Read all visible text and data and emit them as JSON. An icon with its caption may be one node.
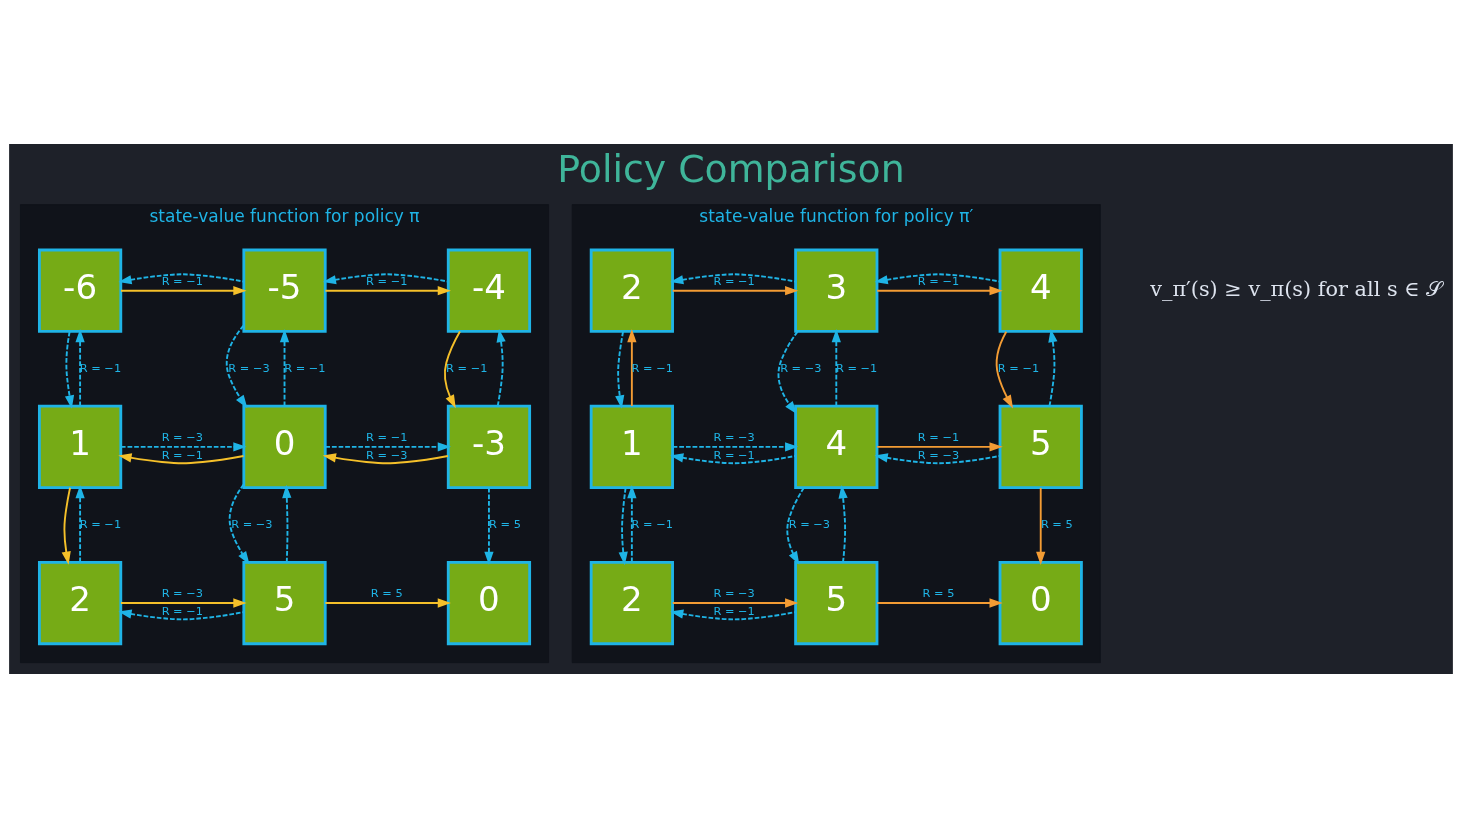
{
  "diagram": {
    "title": "Policy Comparison",
    "nodes": [
      {
        "text": [
          "state-value function for policy π"
        ]
      },
      {
        "text": [
          "-6"
        ],
        "in": 0
      },
      {
        "text": [
          "-5"
        ],
        "in": 0
      },
      {
        "text": [
          "-4"
        ],
        "in": 0
      },
      {
        "text": [
          "1"
        ],
        "in": 0
      },
      {
        "text": [
          "0"
        ],
        "in": 0
      },
      {
        "text": [
          "-3"
        ],
        "in": 0
      },
      {
        "text": [
          "2"
        ],
        "in": 0
      },
      {
        "text": [
          "5"
        ],
        "in": 0
      },
      {
        "text": [
          "0"
        ],
        "in": 0
      },
      {
        "text": [
          "state-value function for policy π′"
        ]
      },
      {
        "text": [
          "2"
        ],
        "in": 10
      },
      {
        "text": [
          "3"
        ],
        "in": 10
      },
      {
        "text": [
          "4"
        ],
        "in": 10
      },
      {
        "text": [
          "1"
        ],
        "in": 10
      },
      {
        "text": [
          "4"
        ],
        "in": 10
      },
      {
        "text": [
          "5"
        ],
        "in": 10
      },
      {
        "text": [
          "2"
        ],
        "in": 10
      },
      {
        "text": [
          "5"
        ],
        "in": 10
      },
      {
        "text": [
          "0"
        ],
        "in": 10
      }
    ],
    "edges": [
      {
        "from": 1,
        "to": 2,
        "arrow": "to",
        "label": "R = −1",
        "color": "#f5c02a"
      },
      {
        "from": 2,
        "to": 1,
        "arrow": "to",
        "style": "dashed"
      },
      {
        "from": 2,
        "to": 3,
        "arrow": "to",
        "label": "R = −1",
        "color": "#f5c02a"
      },
      {
        "from": 3,
        "to": 2,
        "arrow": "to",
        "style": "dashed"
      },
      {
        "from": 4,
        "to": 1,
        "arrow": "to",
        "style": "dashed",
        "label": "R = −1"
      },
      {
        "from": 1,
        "to": 4,
        "arrow": "to",
        "style": "dashed"
      },
      {
        "from": 5,
        "to": 2,
        "arrow": "to",
        "style": "dashed",
        "label": "R = −1"
      },
      {
        "from": 2,
        "to": 5,
        "arrow": "to",
        "style": "dashed",
        "label": "R = −3"
      },
      {
        "from": 6,
        "to": 3,
        "arrow": "to",
        "style": "dashed"
      },
      {
        "from": 3,
        "to": 6,
        "arrow": "to",
        "label": "R = −1",
        "color": "#f5c02a"
      },
      {
        "from": 4,
        "to": 5,
        "arrow": "to",
        "style": "dashed",
        "label": "R = −3"
      },
      {
        "from": 5,
        "to": 4,
        "arrow": "to",
        "label": "R = −1",
        "color": "#f5c02a"
      },
      {
        "from": 5,
        "to": 6,
        "arrow": "to",
        "style": "dashed",
        "label": "R = −1"
      },
      {
        "from": 6,
        "to": 5,
        "arrow": "to",
        "label": "R = −3",
        "color": "#f5c02a"
      },
      {
        "from": 7,
        "to": 4,
        "arrow": "to",
        "style": "dashed",
        "label": "R = −1"
      },
      {
        "from": 4,
        "to": 7,
        "arrow": "to",
        "color": "#f5c02a"
      },
      {
        "from": 8,
        "to": 5,
        "arrow": "to",
        "style": "dashed"
      },
      {
        "from": 5,
        "to": 8,
        "arrow": "to",
        "style": "dashed",
        "label": "R = −3"
      },
      {
        "from": 6,
        "to": 9,
        "arrow": "to",
        "style": "dashed",
        "label": "R = 5"
      },
      {
        "from": 7,
        "to": 8,
        "arrow": "to",
        "label": "R = −3",
        "color": "#f5c02a"
      },
      {
        "from": 8,
        "to": 7,
        "arrow": "to",
        "style": "dashed",
        "label": "R = −1"
      },
      {
        "from": 8,
        "to": 9,
        "arrow": "to",
        "label": "R = 5",
        "color": "#f5c02a"
      },
      {
        "from": 11,
        "to": 12,
        "arrow": "to",
        "label": "R = −1",
        "color": "#f39c34"
      },
      {
        "from": 12,
        "to": 11,
        "arrow": "to",
        "style": "dashed"
      },
      {
        "from": 12,
        "to": 13,
        "arrow": "to",
        "label": "R = −1",
        "color": "#f39c34"
      },
      {
        "from": 13,
        "to": 12,
        "arrow": "to",
        "style": "dashed"
      },
      {
        "from": 14,
        "to": 11,
        "arrow": "to",
        "label": "R = −1",
        "color": "#f39c34"
      },
      {
        "from": 11,
        "to": 14,
        "arrow": "to",
        "style": "dashed"
      },
      {
        "from": 15,
        "to": 12,
        "arrow": "to",
        "style": "dashed",
        "label": "R = −1"
      },
      {
        "from": 12,
        "to": 15,
        "arrow": "to",
        "style": "dashed",
        "label": "R = −3"
      },
      {
        "from": 16,
        "to": 13,
        "arrow": "to",
        "style": "dashed"
      },
      {
        "from": 13,
        "to": 16,
        "arrow": "to",
        "label": "R = −1",
        "color": "#f39c34"
      },
      {
        "from": 14,
        "to": 15,
        "arrow": "to",
        "style": "dashed",
        "label": "R = −3"
      },
      {
        "from": 15,
        "to": 14,
        "arrow": "to",
        "style": "dashed",
        "label": "R = −1"
      },
      {
        "from": 15,
        "to": 16,
        "arrow": "to",
        "label": "R = −1",
        "color": "#f39c34"
      },
      {
        "from": 16,
        "to": 15,
        "arrow": "to",
        "style": "dashed",
        "label": "R = −3"
      },
      {
        "from": 17,
        "to": 14,
        "arrow": "to",
        "style": "dashed",
        "label": "R = −1"
      },
      {
        "from": 14,
        "to": 17,
        "arrow": "to",
        "style": "dashed"
      },
      {
        "from": 18,
        "to": 15,
        "arrow": "to",
        "style": "dashed"
      },
      {
        "from": 15,
        "to": 18,
        "arrow": "to",
        "style": "dashed",
        "label": "R = −3"
      },
      {
        "from": 16,
        "to": 19,
        "arrow": "to",
        "label": "R = 5",
        "color": "#f39c34"
      },
      {
        "from": 17,
        "to": 18,
        "arrow": "to",
        "label": "R = −3",
        "color": "#f39c34"
      },
      {
        "from": 18,
        "to": 17,
        "arrow": "to",
        "style": "dashed",
        "label": "R = −1"
      },
      {
        "from": 18,
        "to": 19,
        "arrow": "to",
        "label": "R = 5",
        "color": "#f39c34"
      }
    ],
    "labels": [
      "v_π′(s) ≥ v_π(s) for all s ∈ 𝒮"
    ]
  }
}
